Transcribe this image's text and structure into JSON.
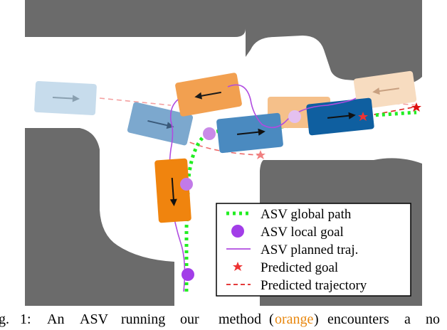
{
  "legend": {
    "items": [
      {
        "label": "ASV global path",
        "symbol": "dotted-line",
        "color": "#22ee22"
      },
      {
        "label": "ASV local goal",
        "symbol": "circle",
        "color": "#9b1fe0"
      },
      {
        "label": "ASV planned traj.",
        "symbol": "line",
        "color": "#b04ce0"
      },
      {
        "label": "Predicted goal",
        "symbol": "star",
        "color": "#ee3333"
      },
      {
        "label": "Predicted trajectory",
        "symbol": "dashed-line",
        "color": "#e02020"
      }
    ]
  },
  "caption": {
    "parts": [
      "g.",
      "1:",
      "An",
      "ASV",
      "running",
      "our",
      "method",
      "(",
      "orange",
      ")",
      "encounters",
      "a",
      "no"
    ],
    "highlight_color": "#e8870e"
  },
  "colors": {
    "obstacle": "#6b6b6b",
    "asv_boat": "#f0840e",
    "global_path": "#22ee22",
    "local_goal": "#a23de8",
    "planned_traj": "#b04ce0",
    "predicted_traj": "#ee3333"
  }
}
